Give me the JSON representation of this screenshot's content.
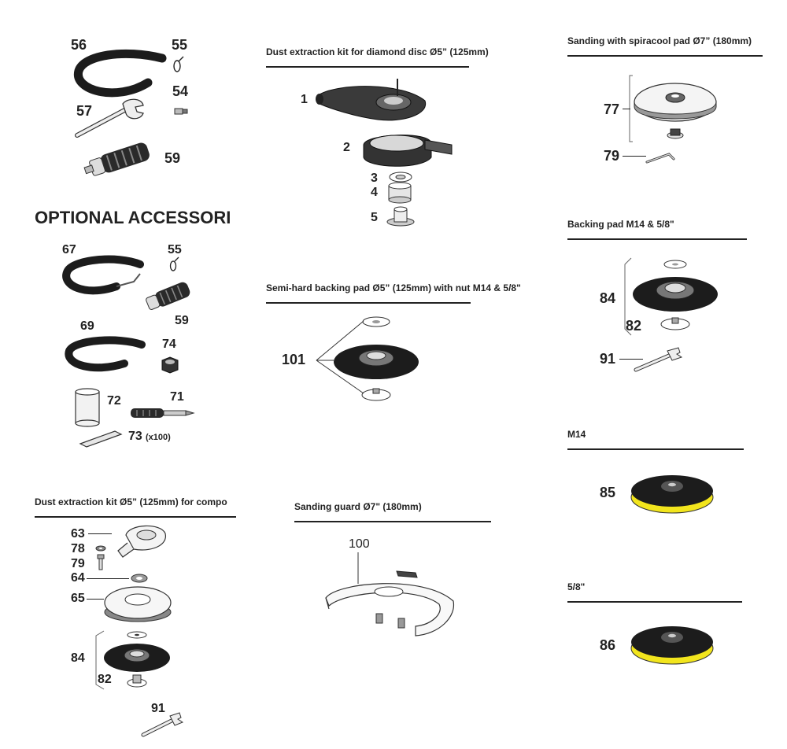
{
  "optional_heading": "OPTIONAL ACCESSORI",
  "sections": {
    "dust_diamond": "Dust extraction kit for diamond disc Ø5” (125mm)",
    "semi_hard": "Semi-hard backing pad Ø5” (125mm) with nut M14 & 5/8\"",
    "dust_compo": "Dust extraction kit Ø5” (125mm) for compo",
    "sanding_guard": "Sanding guard Ø7\" (180mm)",
    "spiracool": "Sanding with spiracool pad Ø7” (180mm)",
    "backing_pad": "Backing pad M14 & 5/8\"",
    "m14": "M14",
    "five_eighths": "5/8\""
  },
  "parts": {
    "p56": "56",
    "p55a": "55",
    "p54": "54",
    "p57": "57",
    "p59a": "59",
    "p67": "67",
    "p55b": "55",
    "p59b": "59",
    "p69": "69",
    "p74": "74",
    "p72": "72",
    "p71": "71",
    "p73": "73",
    "p73_qty": "(x100)",
    "p1": "1",
    "p2": "2",
    "p3": "3",
    "p4": "4",
    "p5": "5",
    "p101": "101",
    "p63": "63",
    "p78": "78",
    "p79a": "79",
    "p64": "64",
    "p65": "65",
    "p84a": "84",
    "p82a": "82",
    "p91a": "91",
    "p100": "100",
    "p77": "77",
    "p79b": "79",
    "p84b": "84",
    "p82b": "82",
    "p91b": "91",
    "p85": "85",
    "p86": "86"
  },
  "colors": {
    "ink": "#222222",
    "pad_yellow": "#f2e51d",
    "pad_black": "#1c1c1c",
    "part_grey": "#9a9a9a"
  }
}
